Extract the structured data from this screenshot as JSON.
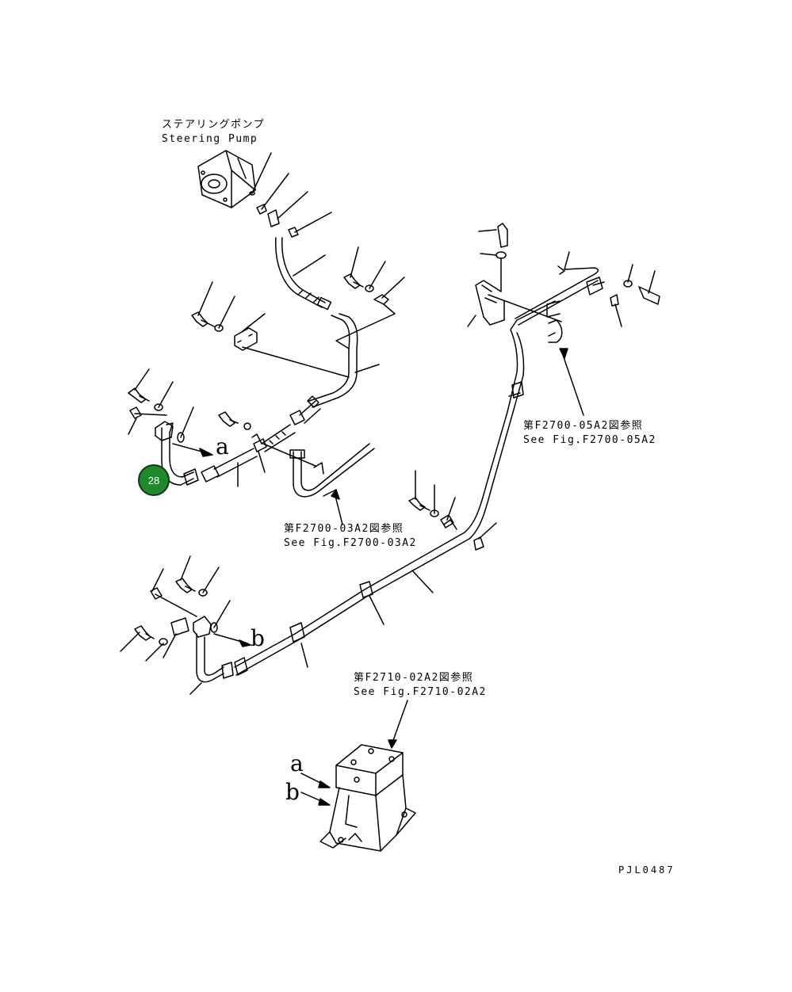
{
  "pump": {
    "label_jp": "ステアリングポンプ",
    "label_en": "Steering Pump"
  },
  "references": [
    {
      "jp": "第F2700-05A2図参照",
      "en": "See Fig.F2700-05A2"
    },
    {
      "jp": "第F2700-03A2図参照",
      "en": "See Fig.F2700-03A2"
    },
    {
      "jp": "第F2710-02A2図参照",
      "en": "See Fig.F2710-02A2"
    }
  ],
  "connection_marks": {
    "a": "a",
    "b": "b"
  },
  "callout": {
    "number": "28"
  },
  "drawing_code": "PJL0487"
}
